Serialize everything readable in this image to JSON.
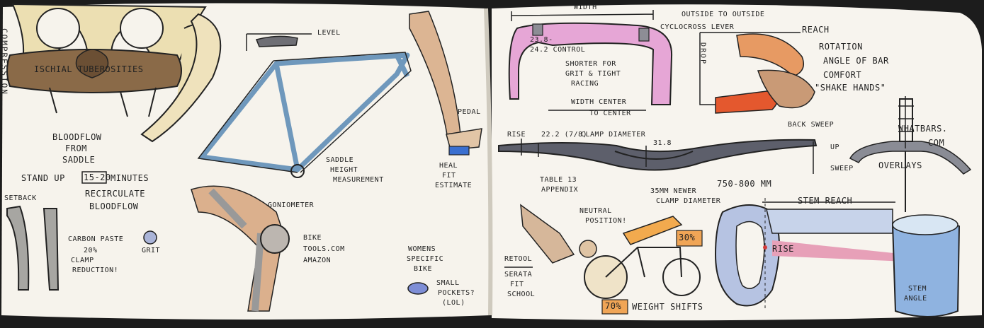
{
  "labels": {
    "compression": "COMPRESSION",
    "ischial": "ISCHIAL TUBEROSITIES",
    "level": "LEVEL",
    "bloodflow1": "BLOODFLOW",
    "bloodflow2": "FROM",
    "bloodflow3": "SADDLE",
    "standup": "STAND UP",
    "minutes_box": "15-20",
    "minutes": "MINUTES",
    "recirc": "RECIRCULATE",
    "recirc2": "BLOODFLOW",
    "setback": "SETBACK",
    "carbon1": "CARBON PASTE",
    "carbon2": "20%",
    "carbon3": "CLAMP",
    "carbon4": "REDUCTION!",
    "grit": "GRIT",
    "saddle1": "SADDLE",
    "saddle2": "HEIGHT",
    "saddle3": "MEASUREMENT",
    "goniometer": "GONIOMETER",
    "biketools1": "BIKE",
    "biketools2": "TOOLS.COM",
    "biketools3": "AMAZON",
    "pedal": "PEDAL",
    "heal1": "HEAL",
    "heal2": "FIT",
    "heal3": "ESTIMATE",
    "womens1": "WOMENS",
    "womens2": "SPECIFIC",
    "womens3": "BIKE",
    "small1": "SMALL",
    "small2": "POCKETS?",
    "small3": "(LOL)",
    "width": "WIDTH",
    "outside": "OUTSIDE TO OUTSIDE",
    "cyclocross": "CYCLOCROSS LEVER",
    "c238": "23.8-",
    "c242": "24.2 CONTROL",
    "shorter1": "SHORTER FOR",
    "shorter2": "GRIT & TIGHT",
    "shorter3": "RACING",
    "widthcenter1": "WIDTH CENTER",
    "widthcenter2": "TO CENTER",
    "reach": "REACH",
    "drop": "DROP",
    "rotation1": "ROTATION",
    "rotation2": "ANGLE OF BAR",
    "rotation3": "COMFORT",
    "rotation4": "\"SHAKE HANDS\"",
    "rise": "RISE",
    "clamp1": "22.2 (7/8)",
    "clamp2": "CLAMP DIAMETER",
    "c318": "31.8",
    "backsweep": "BACK SWEEP",
    "up": "UP",
    "sweep": "SWEEP",
    "whatbars1": "WHATBARS.",
    "whatbars2": "COM",
    "overlays": "OVERLAYS",
    "table1": "TABLE 13",
    "table2": "APPENDIX",
    "mm35": "35MM NEWER",
    "mm35b": "CLAMP DIAMETER",
    "mm750": "750-800 MM",
    "neutral1": "NEUTRAL",
    "neutral2": "POSITION!",
    "p30": "30%",
    "p70": "70%",
    "weight": "WEIGHT SHIFTS",
    "retool1": "RETOOL",
    "retool2": "SERATA",
    "retool3": "FIT",
    "retool4": "SCHOOL",
    "stemreach": "STEM REACH",
    "rise2": "RISE",
    "stemangle1": "STEM",
    "stemangle2": "ANGLE"
  },
  "colors": {
    "paper": "#f7f4ee",
    "ink": "#222222",
    "bone": "#e8dcae",
    "saddle": "#8a6a48",
    "frame": "#7fa7c7",
    "skin": "#d8a784",
    "magenta": "#d780b6",
    "orange": "#e7905a",
    "red_orange": "#e45a32",
    "blue_stem": "#9fb5d8",
    "pink_rise": "#e89eb4",
    "yellow_badge": "#f0a556",
    "gray_bar": "#5d5f6b"
  }
}
